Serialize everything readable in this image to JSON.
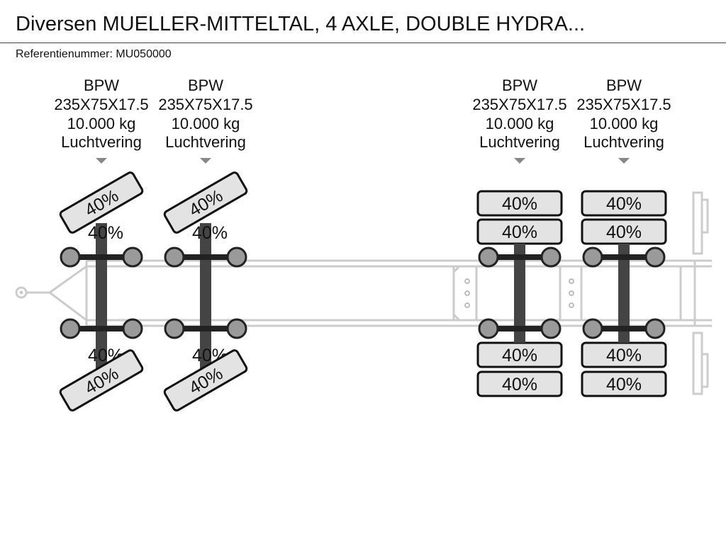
{
  "header": {
    "title": "Diversen MUELLER-MITTELTAL, 4 AXLE, DOUBLE HYDRA...",
    "reference": "Referentienummer: MU050000"
  },
  "colors": {
    "tyre_fill": "#e3e3e3",
    "axle": "#444444",
    "frame": "#cccccc",
    "hub": "#9a9a9a"
  },
  "axles": [
    {
      "brand": "BPW",
      "tyre_size": "235X75X17.5",
      "capacity": "10.000 kg",
      "suspension": "Luchtvering",
      "steering": true,
      "tyres": {
        "left_outer": "40%",
        "left_inner": "40%",
        "right_inner": "40%",
        "right_outer": "40%"
      }
    },
    {
      "brand": "BPW",
      "tyre_size": "235X75X17.5",
      "capacity": "10.000 kg",
      "suspension": "Luchtvering",
      "steering": true,
      "tyres": {
        "left_outer": "40%",
        "left_inner": "40%",
        "right_inner": "40%",
        "right_outer": "40%"
      }
    },
    {
      "brand": "BPW",
      "tyre_size": "235X75X17.5",
      "capacity": "10.000 kg",
      "suspension": "Luchtvering",
      "steering": false,
      "tyres": {
        "left_outer": "40%",
        "left_inner": "40%",
        "right_inner": "40%",
        "right_outer": "40%"
      }
    },
    {
      "brand": "BPW",
      "tyre_size": "235X75X17.5",
      "capacity": "10.000 kg",
      "suspension": "Luchtvering",
      "steering": false,
      "tyres": {
        "left_outer": "40%",
        "left_inner": "40%",
        "right_inner": "40%",
        "right_outer": "40%"
      }
    }
  ]
}
